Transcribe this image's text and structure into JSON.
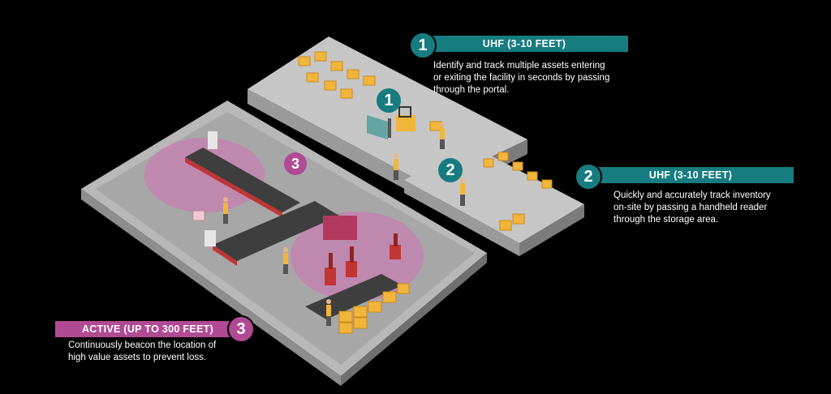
{
  "colors": {
    "uhf": "#167c80",
    "active": "#b04a93",
    "zone": "#d36fb5",
    "box": "#f2b53b",
    "robot": "#c23535",
    "floor": "#b3b3b3",
    "wall": "#cfcfcf"
  },
  "callouts": [
    {
      "number": "1",
      "title": "UHF (3-10 FEET)",
      "description": "Identify and track multiple assets entering\nor exiting the facility in  seconds by passing\nthrough the portal."
    },
    {
      "number": "2",
      "title": "UHF (3-10 FEET)",
      "description": "Quickly and accurately track inventory\non-site by passing a handheld reader\nthrough the storage area."
    },
    {
      "number": "3",
      "title": "ACTIVE (UP TO 300 FEET)",
      "description": "Continuously beacon the location of\nhigh value assets to prevent loss."
    }
  ],
  "map_markers": [
    {
      "number": "1"
    },
    {
      "number": "2"
    },
    {
      "number": "3"
    }
  ]
}
